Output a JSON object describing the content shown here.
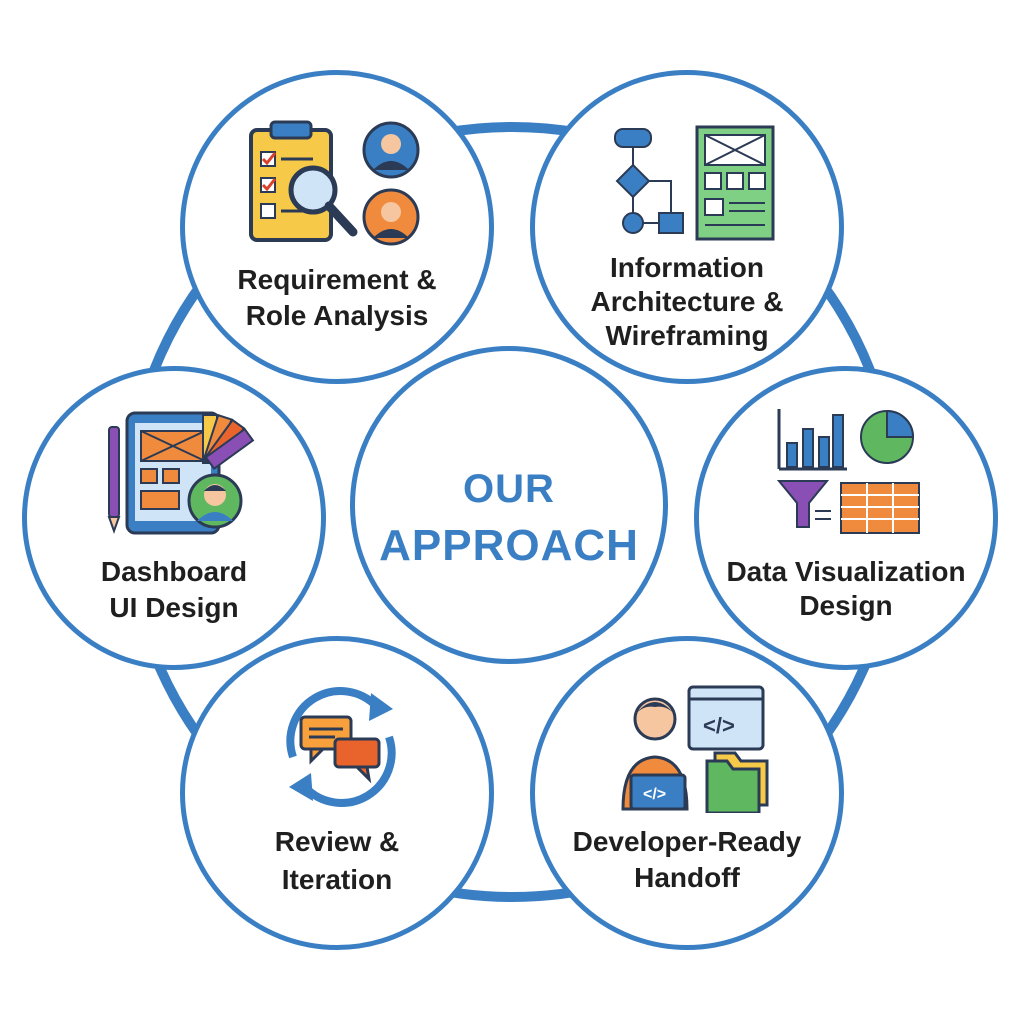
{
  "center": {
    "line1": "OUR",
    "line2": "APPROACH"
  },
  "steps": [
    {
      "line1": "Requirement &",
      "line2": "Role Analysis",
      "icon": "clipboard-search-icon"
    },
    {
      "line1": "Information",
      "line2": "Architecture &",
      "line3": "Wireframing",
      "icon": "flowchart-wireframe-icon"
    },
    {
      "line1": "Data Visualization",
      "line2": "Design",
      "icon": "charts-funnel-table-icon"
    },
    {
      "line1": "Developer-Ready",
      "line2": "Handoff",
      "icon": "developer-code-icon"
    },
    {
      "line1": "Review &",
      "line2": "Iteration",
      "icon": "chat-cycle-icon"
    },
    {
      "line1": "Dashboard",
      "line2": "UI Design",
      "icon": "tablet-palette-icon"
    }
  ],
  "colors": {
    "accent": "#3a7fc4",
    "text": "#1f1f1f",
    "orange": "#f08a3c",
    "green": "#5fb85f",
    "purple": "#8a4fb5",
    "yellow": "#f7c948"
  }
}
